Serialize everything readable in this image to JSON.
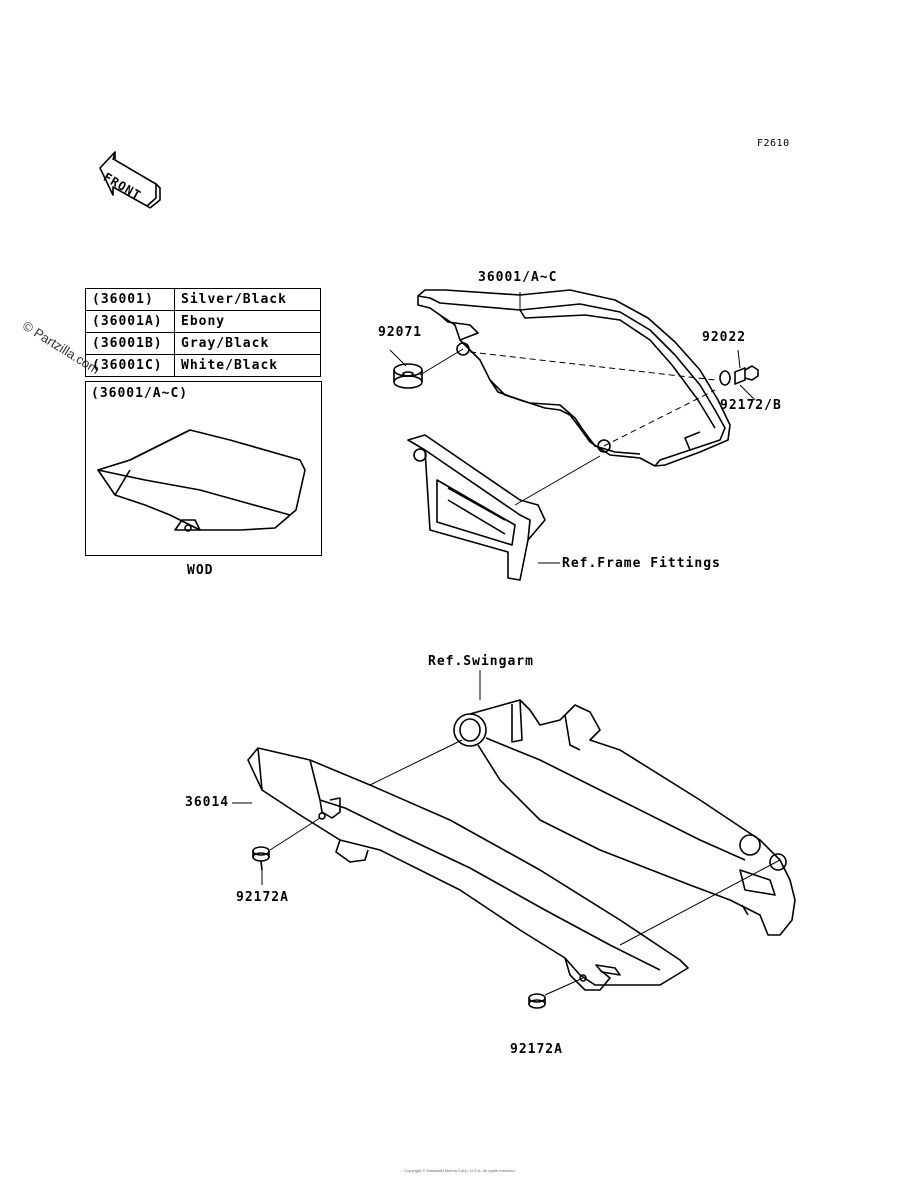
{
  "diagram": {
    "figure_code": "F2610",
    "front_label": "FRONT",
    "watermark": "© Partzilla.com",
    "color_table": [
      {
        "code": "(36001)",
        "color": "Silver/Black"
      },
      {
        "code": "(36001A)",
        "color": "Ebony"
      },
      {
        "code": "(36001B)",
        "color": "Gray/Black"
      },
      {
        "code": "(36001C)",
        "color": "White/Black"
      }
    ],
    "inset": {
      "title": "(36001/A~C)",
      "caption": "WOD"
    },
    "callouts": {
      "side_cover": "36001/A~C",
      "grommet": "92071",
      "washer": "92022",
      "bolt_b": "92172/B",
      "frame_ref": "Ref.Frame Fittings",
      "swingarm_ref": "Ref.Swingarm",
      "chain_cover": "36014",
      "bolt_a_left": "92172A",
      "bolt_a_bottom": "92172A"
    },
    "footer": "Copyright © Kawasaki Motors Corp., U.S.A. All rights reserved."
  }
}
